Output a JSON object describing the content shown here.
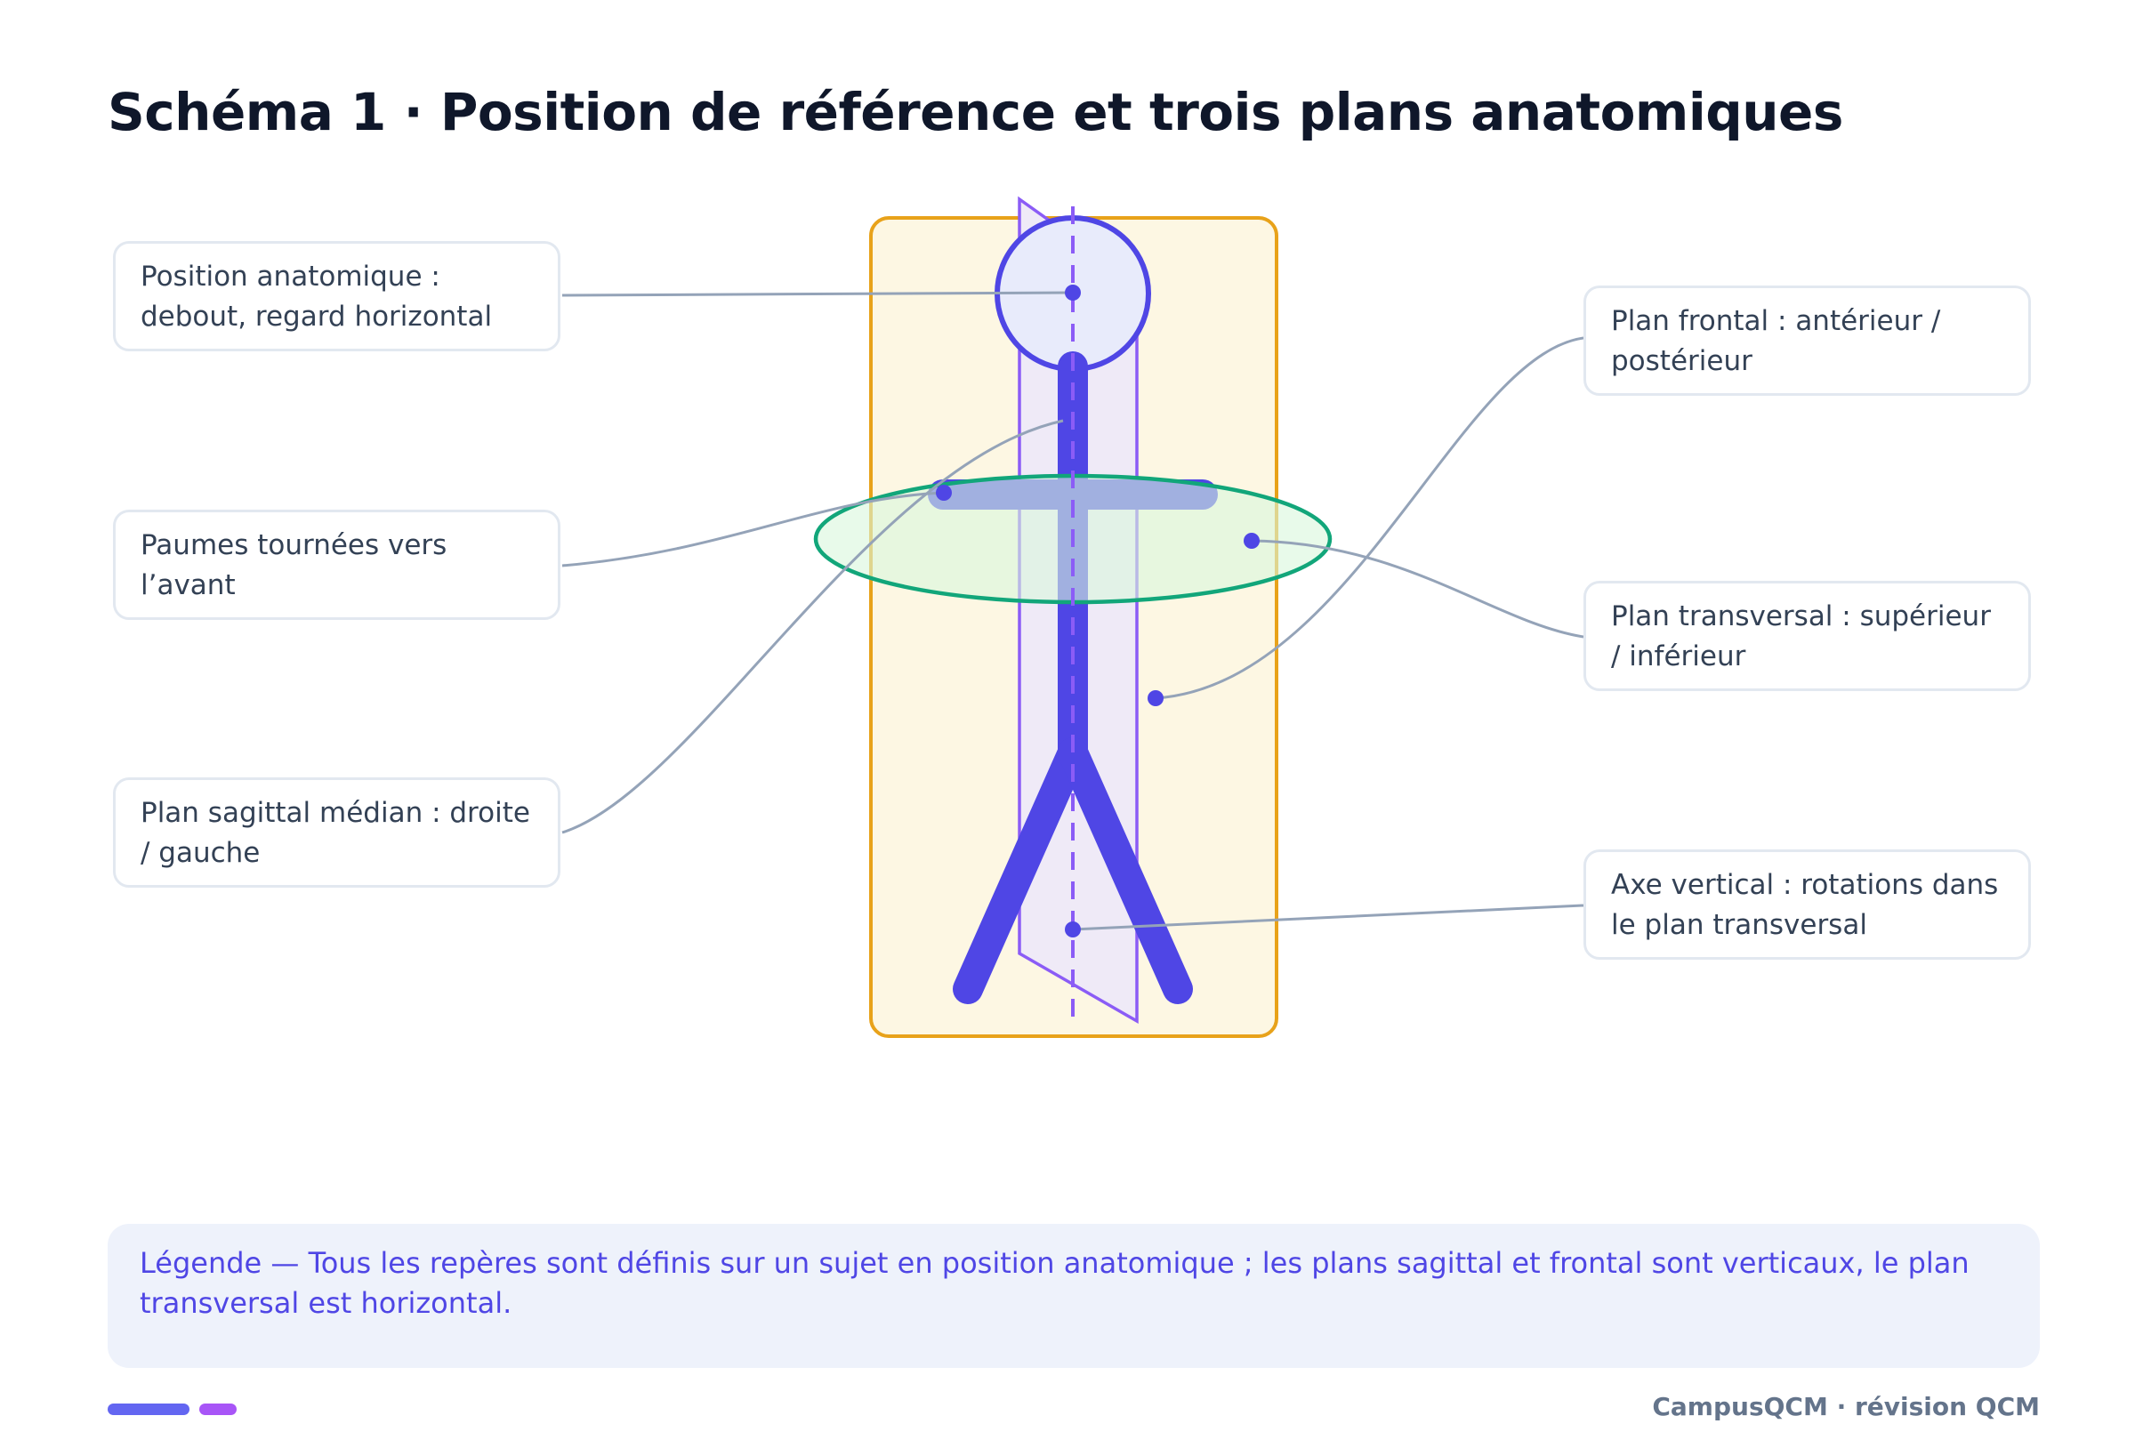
{
  "title": "Schéma 1 · Position de référence et trois plans anatomiques",
  "labels": {
    "position_anatomique": [
      "Position anatomique :",
      "debout, regard horizontal"
    ],
    "paumes": [
      "Paumes tournées vers",
      "l’avant"
    ],
    "plan_sagittal": [
      "Plan sagittal médian : droite",
      "/ gauche"
    ],
    "plan_frontal": [
      "Plan frontal : antérieur /",
      "postérieur"
    ],
    "plan_transversal": [
      "Plan transversal : supérieur",
      "/ inférieur"
    ],
    "axe_vertical": [
      "Axe vertical : rotations dans",
      "le plan transversal"
    ]
  },
  "legend": [
    "Légende — Tous les repères sont définis sur un sujet en position anatomique ; les plans sagittal et frontal sont verticaux, le plan",
    "transversal est horizontal."
  ],
  "footer": "CampusQCM · révision QCM",
  "colors": {
    "frontal_plane_stroke": "#e8a21a",
    "frontal_plane_fill": "#fdf7e3",
    "sagittal_plane_stroke": "#8b5cf6",
    "sagittal_plane_fill": "#efeaf7",
    "transverse_plane_stroke": "#12a67a",
    "transverse_plane_fill": "#d8f7dc",
    "body": "#4f46e5",
    "head_fill": "#e8ebfb",
    "leader_line": "#94a3b8",
    "bar_primary": "#6366f1",
    "bar_secondary": "#a855f7"
  }
}
